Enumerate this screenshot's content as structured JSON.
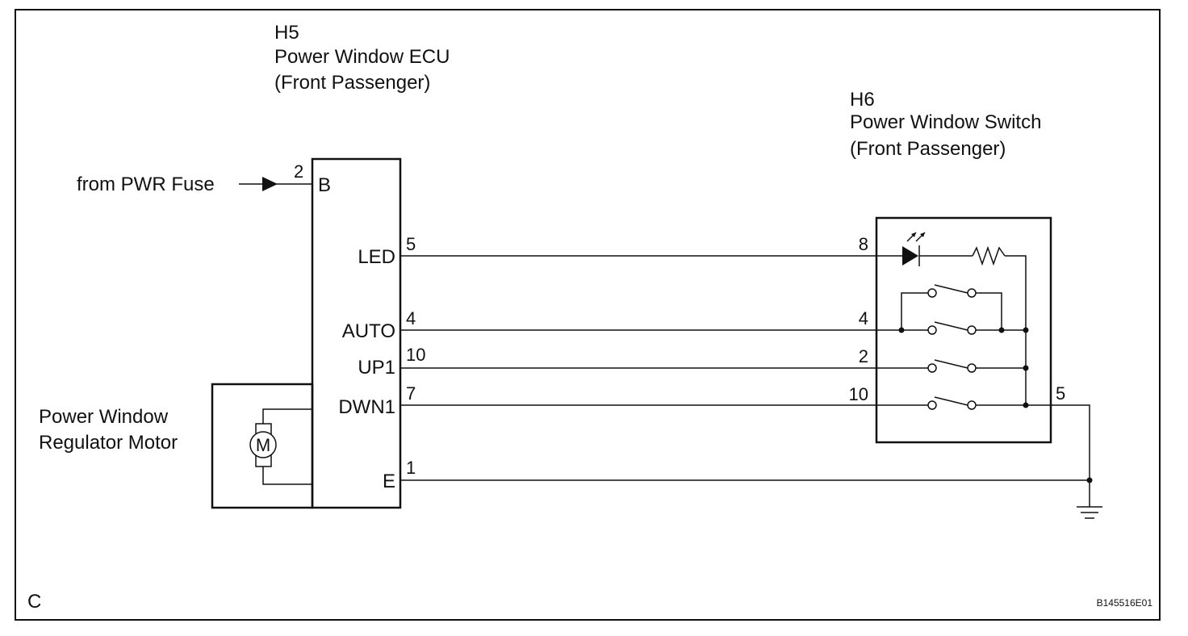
{
  "ecu": {
    "connector": "H5",
    "name": "Power Window ECU",
    "side": "(Front Passenger)"
  },
  "switch": {
    "connector": "H6",
    "name": "Power Window Switch",
    "side": "(Front Passenger)"
  },
  "motor": {
    "line1": "Power Window",
    "line2": "Regulator Motor",
    "symbol": "M"
  },
  "fuse_source": "from PWR Fuse",
  "ecu_terminals": {
    "B": "B",
    "LED": "LED",
    "AUTO": "AUTO",
    "UP1": "UP1",
    "DWN1": "DWN1",
    "E": "E"
  },
  "ecu_pins": {
    "B": "2",
    "LED": "5",
    "AUTO": "4",
    "UP1": "10",
    "DWN1": "7",
    "E": "1"
  },
  "switch_pins": {
    "LED": "8",
    "AUTO": "4",
    "UP1": "2",
    "DWN1": "10",
    "GND": "5"
  },
  "corner_label": "C",
  "figure_code": "B145516E01"
}
